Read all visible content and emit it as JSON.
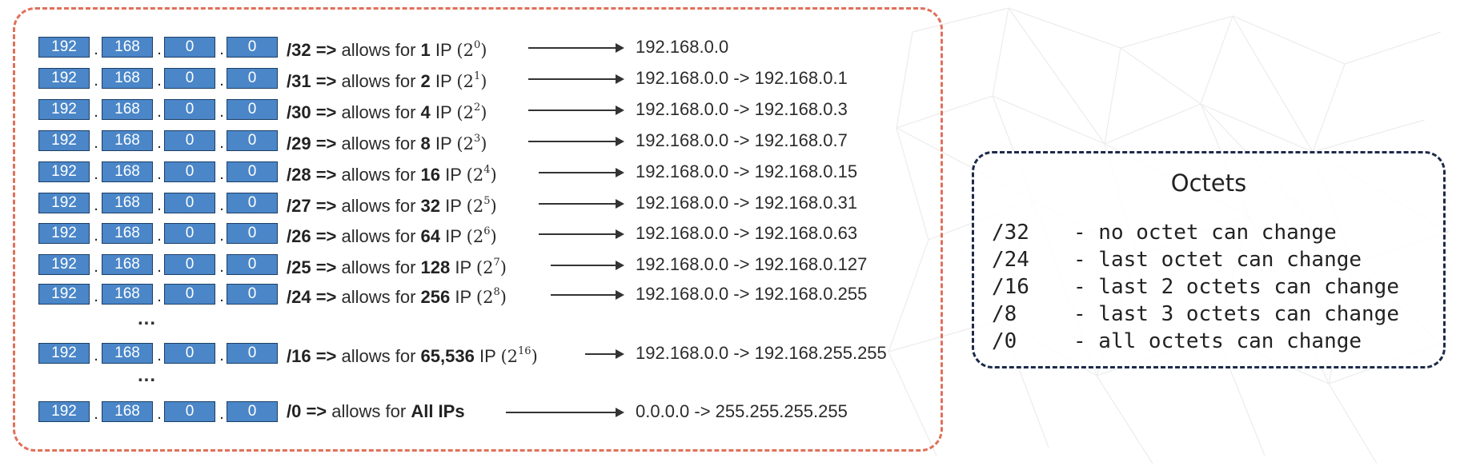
{
  "colors": {
    "octet_fill": "#4a86c8",
    "octet_border": "#1d3f66",
    "left_border": "#e0705a",
    "right_border": "#1c2a4a"
  },
  "ip_octets": [
    "192",
    "168",
    "0",
    "0"
  ],
  "dot": ".",
  "rows": [
    {
      "prefix": "/32 =>",
      "text": "allows for",
      "count": "1",
      "unit": "IP",
      "pow_base": "(2",
      "pow_exp": "0",
      "pow_close": ")",
      "range": "192.168.0.0"
    },
    {
      "prefix": "/31 =>",
      "text": "allows for",
      "count": "2",
      "unit": "IP",
      "pow_base": "(2",
      "pow_exp": "1",
      "pow_close": ")",
      "range": "192.168.0.0 -> 192.168.0.1"
    },
    {
      "prefix": "/30 =>",
      "text": "allows for",
      "count": "4",
      "unit": "IP",
      "pow_base": "(2",
      "pow_exp": "2",
      "pow_close": ")",
      "range": "192.168.0.0 -> 192.168.0.3"
    },
    {
      "prefix": "/29 =>",
      "text": "allows for",
      "count": "8",
      "unit": "IP",
      "pow_base": "(2",
      "pow_exp": "3",
      "pow_close": ")",
      "range": "192.168.0.0 -> 192.168.0.7"
    },
    {
      "prefix": "/28 =>",
      "text": "allows for",
      "count": "16",
      "unit": "IP",
      "pow_base": "(2",
      "pow_exp": "4",
      "pow_close": ")",
      "range": "192.168.0.0 -> 192.168.0.15"
    },
    {
      "prefix": "/27 =>",
      "text": "allows for",
      "count": "32",
      "unit": "IP",
      "pow_base": "(2",
      "pow_exp": "5",
      "pow_close": ")",
      "range": "192.168.0.0 -> 192.168.0.31"
    },
    {
      "prefix": "/26 =>",
      "text": "allows for",
      "count": "64",
      "unit": "IP",
      "pow_base": "(2",
      "pow_exp": "6",
      "pow_close": ")",
      "range": "192.168.0.0 -> 192.168.0.63"
    },
    {
      "prefix": "/25 =>",
      "text": "allows for",
      "count": "128",
      "unit": "IP",
      "pow_base": "(2",
      "pow_exp": "7",
      "pow_close": ")",
      "range": "192.168.0.0 -> 192.168.0.127"
    },
    {
      "prefix": "/24 =>",
      "text": "allows for",
      "count": "256",
      "unit": "IP",
      "pow_base": "(2",
      "pow_exp": "8",
      "pow_close": ")",
      "range": "192.168.0.0 -> 192.168.0.255"
    },
    {
      "prefix": "/16 =>",
      "text": "allows for",
      "count": "65,536",
      "unit": "IP",
      "pow_base": "(2",
      "pow_exp": "16",
      "pow_close": ")",
      "range": "192.168.0.0 -> 192.168.255.255"
    },
    {
      "prefix": "/0 =>",
      "text": "allows for",
      "count": "All IPs",
      "unit": "",
      "pow_base": "",
      "pow_exp": "",
      "pow_close": "",
      "range": "0.0.0.0 -> 255.255.255.255"
    }
  ],
  "ellipsis": "...",
  "octets_box": {
    "title": "Octets",
    "items": [
      {
        "prefix": "/32",
        "text": "- no octet can change"
      },
      {
        "prefix": "/24",
        "text": "- last octet can change"
      },
      {
        "prefix": "/16",
        "text": "- last 2 octets can change"
      },
      {
        "prefix": "/8",
        "text": "- last 3 octets can change"
      },
      {
        "prefix": "/0",
        "text": "- all octets can change"
      }
    ]
  }
}
